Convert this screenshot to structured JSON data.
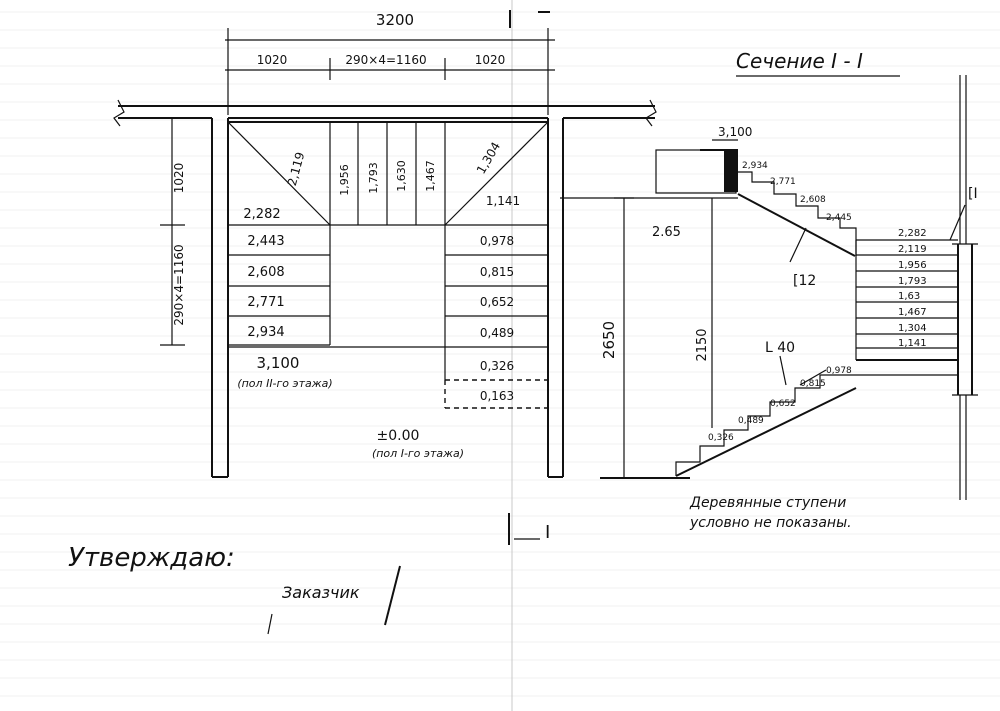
{
  "plan": {
    "overall_width": "3200",
    "dim_left": "1020",
    "dim_middle": "290×4=1160",
    "dim_right": "1020",
    "dim_vert_top": "1020",
    "dim_vert_flight": "290×4=1160",
    "winder_diag_left": "2,119",
    "winder_fans": [
      "1,956",
      "1,793",
      "1,630",
      "1,467"
    ],
    "winder_diag_right": "1,304",
    "upper_right": "1,141",
    "upper_left": "2,282",
    "left_steps": [
      "2,443",
      "2,608",
      "2,771",
      "2,934"
    ],
    "right_steps": [
      "0,978",
      "0,815",
      "0,652",
      "0,489"
    ],
    "dashed_steps": [
      "0,326",
      "0,163"
    ],
    "upper_floor_level": "3,100",
    "upper_floor_note": "(пол II-го этажа)",
    "ground_level": "±0.00",
    "ground_note": "(пол I-го этажа)",
    "cut_marker": "I"
  },
  "section": {
    "title": "Сечение I - I",
    "top_level": "3,100",
    "top_steps": [
      "2,934",
      "2,771",
      "2,608",
      "2,445"
    ],
    "side_steps": [
      "2,282",
      "2,119",
      "1,956",
      "1,793",
      "1,63",
      "1,467",
      "1,304",
      "1,141"
    ],
    "lower_steps": [
      "0,978",
      "0,815",
      "0,652",
      "0,489",
      "0,326"
    ],
    "beam_label": "[12",
    "angle_label": "L 40",
    "side_channel": "[I",
    "dim_265": "2.65",
    "dim_2650": "2650",
    "dim_2150": "2150",
    "note_line1": "Деревянные ступени",
    "note_line2": "условно не показаны."
  },
  "approval": {
    "title": "Утверждаю:",
    "customer": "Заказчик"
  }
}
